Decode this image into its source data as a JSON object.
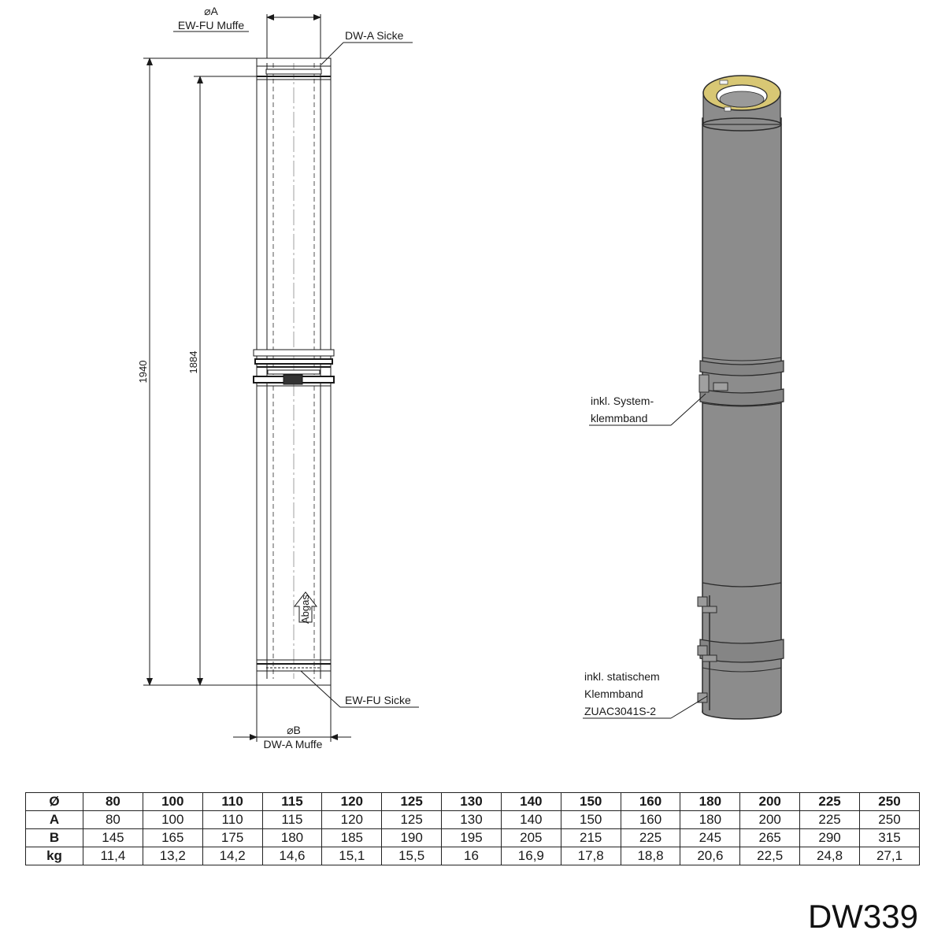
{
  "drawing": {
    "top_dim": {
      "symbol": "⌀A",
      "label": "EW-FU Muffe"
    },
    "bottom_dim": {
      "symbol": "⌀B",
      "label": "DW-A Muffe"
    },
    "callouts": {
      "dwa_sicke": "DW-A Sicke",
      "ewfu_sicke": "EW-FU Sicke"
    },
    "length_total": "1940",
    "length_effective": "1884",
    "flow_arrow_label": "Abgas"
  },
  "render": {
    "callout_system_line1": "inkl. System-",
    "callout_system_line2": "klemmband",
    "callout_static_line1": "inkl. statischem",
    "callout_static_line2": "Klemmband",
    "callout_static_line3": "ZUAC3041S-2"
  },
  "table": {
    "headers": [
      "Ø",
      "80",
      "100",
      "110",
      "115",
      "120",
      "125",
      "130",
      "140",
      "150",
      "160",
      "180",
      "200",
      "225",
      "250"
    ],
    "rows": [
      [
        "A",
        "80",
        "100",
        "110",
        "115",
        "120",
        "125",
        "130",
        "140",
        "150",
        "160",
        "180",
        "200",
        "225",
        "250"
      ],
      [
        "B",
        "145",
        "165",
        "175",
        "180",
        "185",
        "190",
        "195",
        "205",
        "215",
        "225",
        "245",
        "265",
        "290",
        "315"
      ],
      [
        "kg",
        "11,4",
        "13,2",
        "14,2",
        "14,6",
        "15,1",
        "15,5",
        "16",
        "16,9",
        "17,8",
        "18,8",
        "20,6",
        "22,5",
        "24,8",
        "27,1"
      ]
    ]
  },
  "product_code": "DW339",
  "colors": {
    "pipe_body": "#8c8c8c",
    "pipe_edge": "#2b2b2b",
    "insulation": "#d8c774",
    "line": "#1a1a1a"
  }
}
